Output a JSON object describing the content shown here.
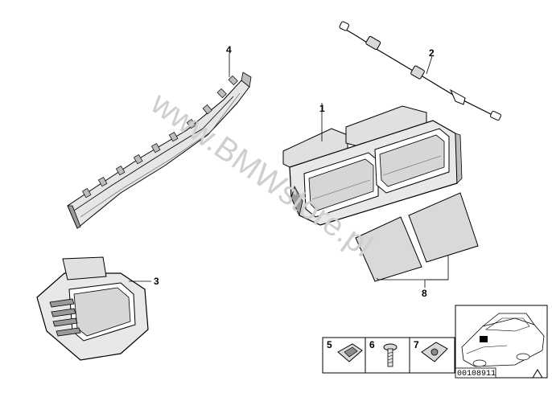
{
  "diagram": {
    "callouts": {
      "c1": "1",
      "c2": "2",
      "c3": "3",
      "c4": "4",
      "c5": "5",
      "c6": "6",
      "c7": "7",
      "c8": "8"
    },
    "watermark": "www.BMWstore.pl",
    "catalog_number": "00108911",
    "colors": {
      "line": "#000000",
      "part_fill": "#d9d9d9",
      "part_dark": "#8c8c8c",
      "watermark": "#cfcfcf"
    }
  }
}
